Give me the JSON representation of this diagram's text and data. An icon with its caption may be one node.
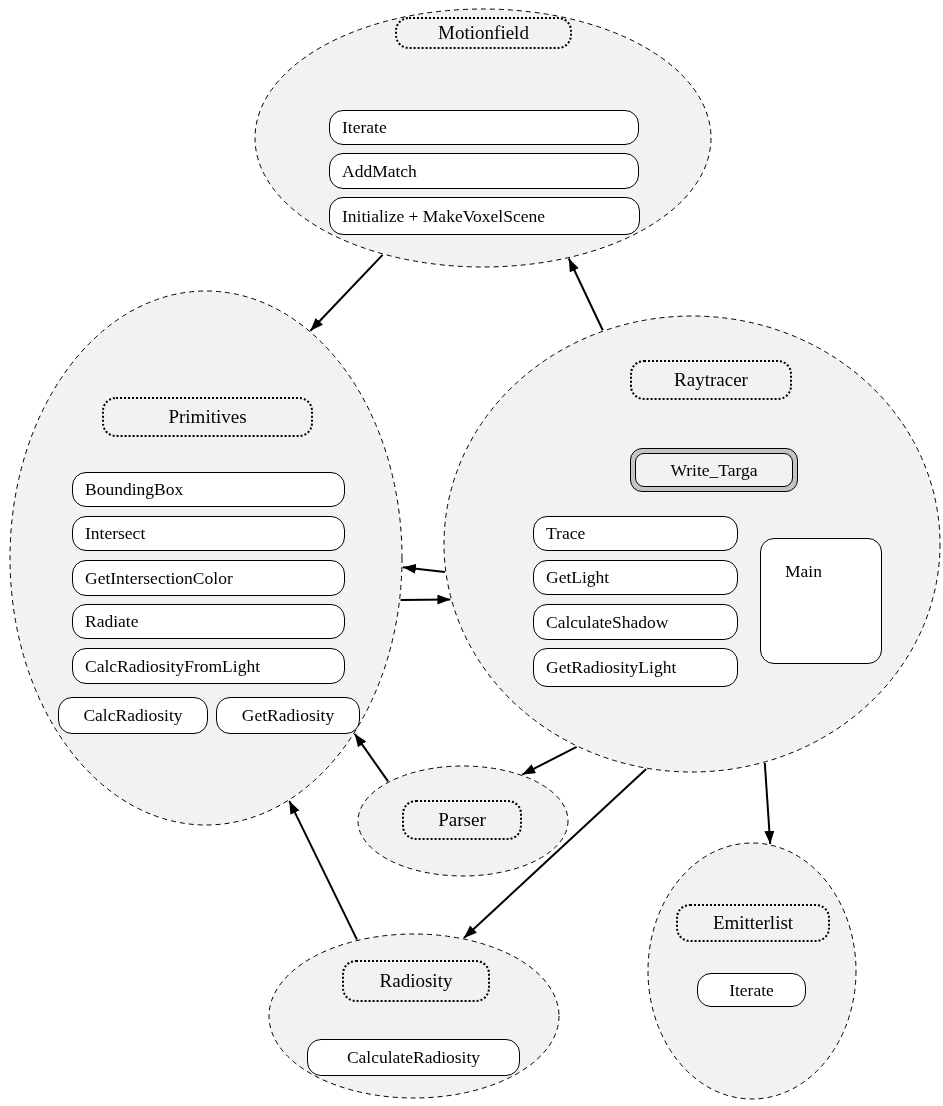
{
  "diagram": {
    "nodes": [
      {
        "text": [
          "Motionfield"
        ]
      },
      {
        "text": [
          "Iterate"
        ],
        "in": 0
      },
      {
        "text": [
          "AddMatch"
        ],
        "in": 0
      },
      {
        "text": [
          "Initialize + MakeVoxelScene"
        ],
        "in": 0
      },
      {
        "text": [
          "Primitives"
        ]
      },
      {
        "text": [
          "BoundingBox"
        ],
        "in": 4
      },
      {
        "text": [
          "Intersect"
        ],
        "in": 4
      },
      {
        "text": [
          "GetIntersectionColor"
        ],
        "in": 4
      },
      {
        "text": [
          "Radiate"
        ],
        "in": 4
      },
      {
        "text": [
          "CalcRadiosityFromLight"
        ],
        "in": 4
      },
      {
        "text": [
          "CalcRadiosity"
        ],
        "in": 4
      },
      {
        "text": [
          "GetRadiosity"
        ],
        "in": 4
      },
      {
        "text": [
          "Raytracer"
        ]
      },
      {
        "text": [
          "Write_Targa"
        ],
        "in": 12
      },
      {
        "text": [
          "Trace"
        ],
        "in": 12
      },
      {
        "text": [
          "GetLight"
        ],
        "in": 12
      },
      {
        "text": [
          "CalculateShadow"
        ],
        "in": 12
      },
      {
        "text": [
          "GetRadiosityLight"
        ],
        "in": 12
      },
      {
        "text": [
          "Main"
        ],
        "in": 12
      },
      {
        "text": [
          "Parser"
        ]
      },
      {
        "text": [
          "Radiosity"
        ]
      },
      {
        "text": [
          "CalculateRadiosity"
        ],
        "in": 20
      },
      {
        "text": [
          "Emitterlist"
        ]
      },
      {
        "text": [
          "Iterate"
        ],
        "in": 22
      }
    ],
    "edges": [
      {
        "from": 0,
        "to": 4,
        "arrow": "to"
      },
      {
        "from": 12,
        "to": 0,
        "arrow": "to"
      },
      {
        "from": 12,
        "to": 4,
        "arrow": "to"
      },
      {
        "from": 4,
        "to": 12,
        "arrow": "to"
      },
      {
        "from": 12,
        "to": 19,
        "arrow": "to"
      },
      {
        "from": 19,
        "to": 4,
        "arrow": "to"
      },
      {
        "from": 20,
        "to": 4,
        "arrow": "to"
      },
      {
        "from": 12,
        "to": 20,
        "arrow": "to"
      },
      {
        "from": 12,
        "to": 22,
        "arrow": "to"
      }
    ]
  }
}
